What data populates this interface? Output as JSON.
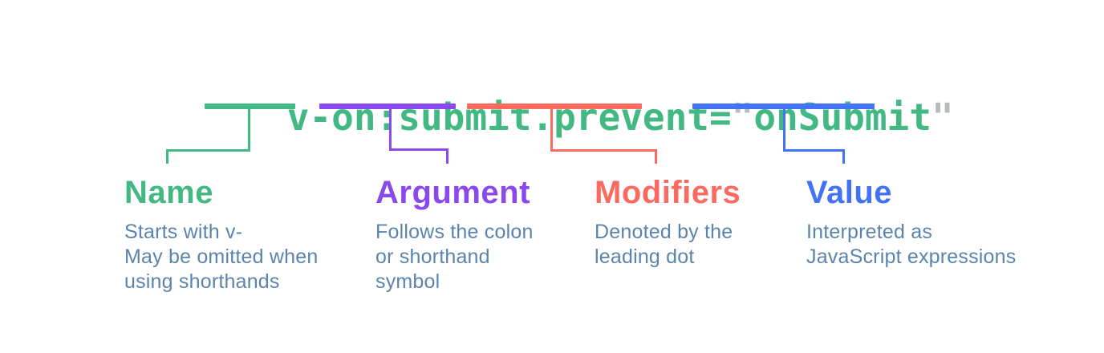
{
  "title_code": {
    "full_text": "v-on:submit.prevent=\"onSubmit\"",
    "segments": [
      {
        "text": "v-on:submit.prevent="
      },
      {
        "text": "\""
      },
      {
        "text": "onSubmit"
      },
      {
        "text": "\""
      }
    ]
  },
  "colors": {
    "code_green": "#42b883",
    "quote_gray": "#b4bdb8",
    "name_green": "#42b883",
    "argument_purple": "#8a49ec",
    "modifiers_red": "#fb6a61",
    "value_blue": "#4273f4",
    "description_text": "#5b84ad"
  },
  "sections": [
    {
      "label": "Name",
      "description_lines": [
        "Starts with v-",
        "May be omitted when",
        "using shorthands"
      ]
    },
    {
      "label": "Argument",
      "description_lines": [
        "Follows the colon",
        "or shorthand",
        "symbol"
      ]
    },
    {
      "label": "Modifiers",
      "description_lines": [
        "Denoted by the",
        "leading dot"
      ]
    },
    {
      "label": "Value",
      "description_lines": [
        "Interpreted as",
        "JavaScript expressions"
      ]
    }
  ]
}
